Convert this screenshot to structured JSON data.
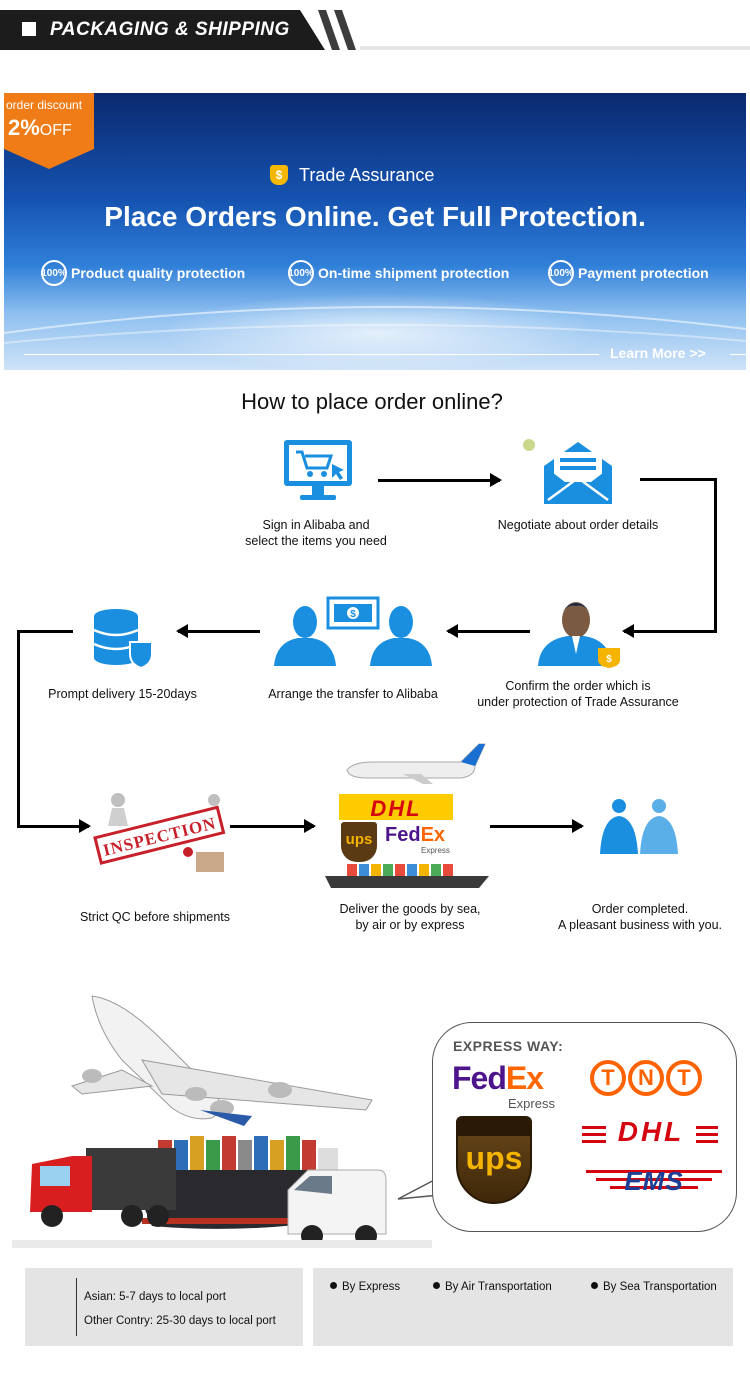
{
  "header": {
    "title": "PACKAGING & SHIPPING"
  },
  "banner": {
    "discount_line1": "order discount",
    "discount_value": "2%",
    "discount_suffix": "OFF",
    "trade_icon": "$",
    "trade_title": "Trade Assurance",
    "headline": "Place Orders Online. Get Full Protection.",
    "protections": [
      {
        "badge": "100%",
        "label": "Product quality protection"
      },
      {
        "badge": "100%",
        "label": "On-time shipment protection"
      },
      {
        "badge": "100%",
        "label": "Payment protection"
      }
    ],
    "learn_more": "Learn More >>"
  },
  "flow": {
    "title": "How to place order online?",
    "steps": [
      {
        "line1": "Sign in Alibaba and",
        "line2": "select the items you need",
        "icon": "shopping-cart-monitor-icon"
      },
      {
        "line1": "Negotiate about order details",
        "icon": "envelope-icon"
      },
      {
        "line1": "Confirm the order which is",
        "line2": "under protection of Trade Assurance",
        "icon": "agent-shield-icon"
      },
      {
        "line1": "Arrange the transfer to Alibaba",
        "icon": "money-transfer-icon"
      },
      {
        "line1": "Prompt delivery 15-20days",
        "icon": "database-shield-icon"
      },
      {
        "line1": "Strict QC before shipments",
        "icon": "inspection-stamp-icon"
      },
      {
        "line1": "Deliver the goods by sea,",
        "line2": "by air or by express",
        "icon": "carriers-icon"
      },
      {
        "line1": "Order completed.",
        "line2": "A pleasant business with you.",
        "icon": "two-people-icon"
      }
    ],
    "carriers_small": {
      "dhl": "DHL",
      "ups": "ups",
      "fedex_fed": "Fed",
      "fedex_ex": "Ex",
      "fedex_sub": "Express"
    }
  },
  "express": {
    "title": "EXPRESS WAY:",
    "fedex_fed": "Fed",
    "fedex_ex": "Ex",
    "fedex_sub": "Express",
    "tnt": [
      "T",
      "N",
      "T"
    ],
    "ups": "ups",
    "dhl": "DHL",
    "ems": "EMS"
  },
  "delivery": {
    "asian": "Asian: 5-7 days to local port",
    "other": "Other Contry: 25-30 days to local port",
    "methods": [
      "By Express",
      "By Air Transportation",
      "By Sea Transportation"
    ]
  },
  "colors": {
    "header_black": "#1c1c1c",
    "discount_orange": "#f07c17",
    "icon_blue": "#1a8fe0",
    "dhl_yellow": "#ffcc00",
    "dhl_red": "#d40511",
    "fedex_purple": "#4d148c",
    "fedex_orange": "#ff6600",
    "ups_brown": "#5a3a12",
    "ups_gold": "#f5b400",
    "tnt_orange": "#ff6200",
    "ems_blue": "#1b3f94"
  }
}
